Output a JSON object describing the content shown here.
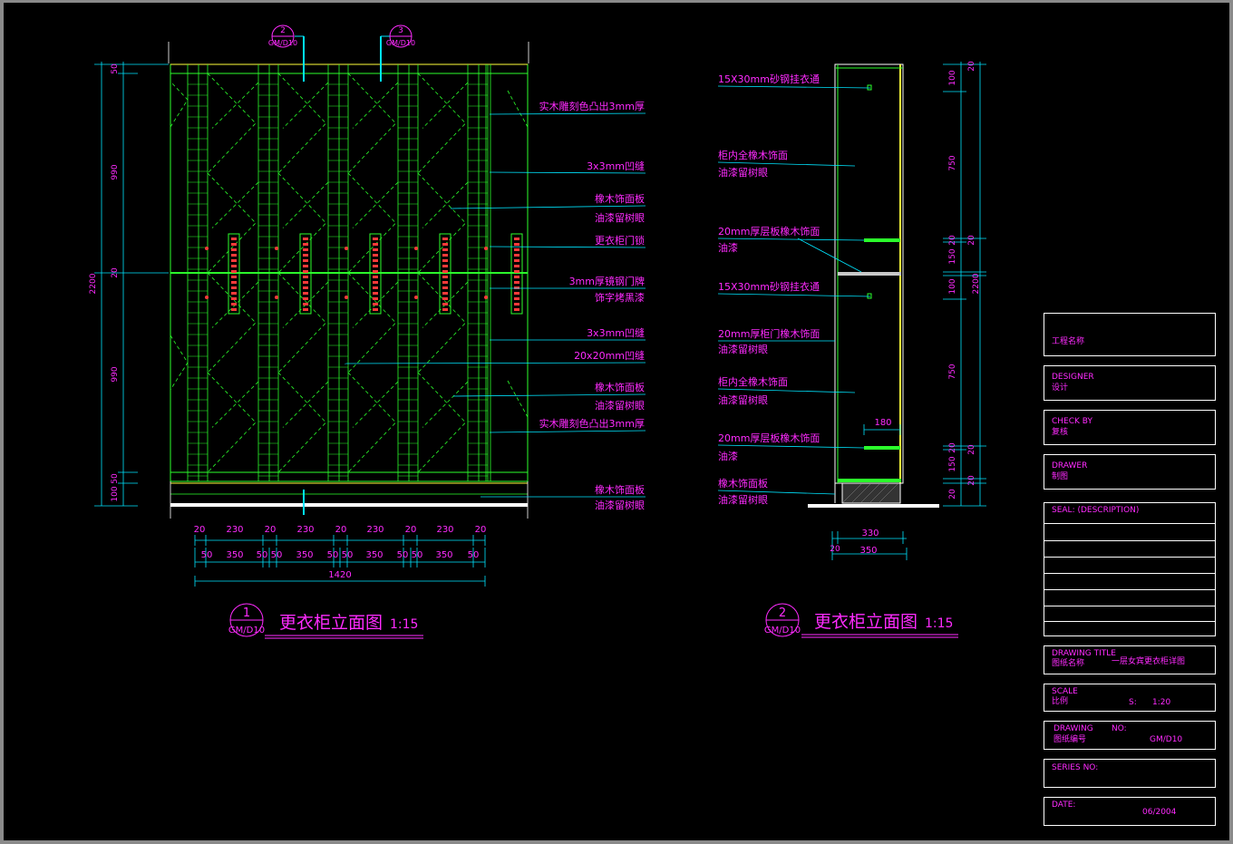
{
  "elev1": {
    "title": "更衣柜立面图",
    "scale": "1:15",
    "badge_num": "1",
    "badge_ref": "GM/D10",
    "sec_a_num": "2",
    "sec_a_ref": "GM/D10",
    "sec_b_num": "3",
    "sec_b_ref": "GM/D10",
    "notes": [
      "实木雕刻色凸出3mm厚",
      "3x3mm凹缝",
      "橡木饰面板",
      "油漆留树眼",
      "更衣柜门锁",
      "3mm厚镜钢门牌",
      "饰字烤黑漆",
      "3x3mm凹缝",
      "20x20mm凹缝",
      "橡木饰面板",
      "油漆留树眼",
      "实木雕刻色凸出3mm厚",
      "橡木饰面板",
      "油漆留树眼"
    ],
    "dims_left": [
      "50",
      "990",
      "20",
      "990",
      "50",
      "100"
    ],
    "dim_total": "2200",
    "dims_bottom_top": [
      "20",
      "230",
      "20",
      "230",
      "20",
      "230",
      "20",
      "230",
      "20"
    ],
    "dims_bottom_mid": [
      "50",
      "350",
      "50",
      "50",
      "350",
      "50",
      "50",
      "350",
      "50",
      "50",
      "350",
      "50"
    ],
    "dim_width": "1420"
  },
  "elev2": {
    "title": "更衣柜立面图",
    "scale": "1:15",
    "badge_num": "2",
    "badge_ref": "GM/D10",
    "notes": [
      "15X30mm砂钢挂衣通",
      "柜内全橡木饰面",
      "油漆留树眼",
      "20mm厚层板橡木饰面",
      "油漆",
      "15X30mm砂钢挂衣通",
      "20mm厚柜门橡木饰面",
      "油漆留树眼",
      "柜内全橡木饰面",
      "油漆留树眼",
      "20mm厚层板橡木饰面",
      "油漆",
      "橡木饰面板",
      "油漆留树眼"
    ],
    "dims_right": [
      "100",
      "750",
      "20",
      "150",
      "100",
      "750",
      "20",
      "150",
      "20",
      "100"
    ],
    "dims_right_outer": [
      "20",
      "20",
      "20",
      "20"
    ],
    "dim_total": "2200",
    "dim_shelf": "180",
    "dim_w1": "330",
    "dim_w2": "20",
    "dim_w3": "350"
  },
  "titleblock": {
    "project_label": "工程名称",
    "designer_en": "DESIGNER",
    "designer_cn": "设计",
    "check_en": "CHECK BY",
    "check_cn": "复核",
    "drawer_en": "DRAWER",
    "drawer_cn": "制图",
    "seal": "SEAL: (DESCRIPTION)",
    "drawing_title_en": "DRAWING TITLE",
    "drawing_title_cn": "图纸名称",
    "drawing_title_value": "一层女宾更衣柜详图",
    "scale_en": "SCALE",
    "scale_cn": "比例",
    "scale_s": "S:",
    "scale_value": "1:20",
    "drawing_no_en": "DRAWING",
    "drawing_no_no": "NO:",
    "drawing_no_cn": "图纸编号",
    "drawing_no_value": "GM/D10",
    "series": "SERIES NO:",
    "date_label": "DATE:",
    "date_value": "06/2004"
  },
  "colors": {
    "magenta": "#ff2bff",
    "cyan": "#00e5ff",
    "green": "#2bff2b",
    "yellow": "#ffff3a",
    "white": "#ffffff",
    "frame": "#8a8a8a"
  }
}
